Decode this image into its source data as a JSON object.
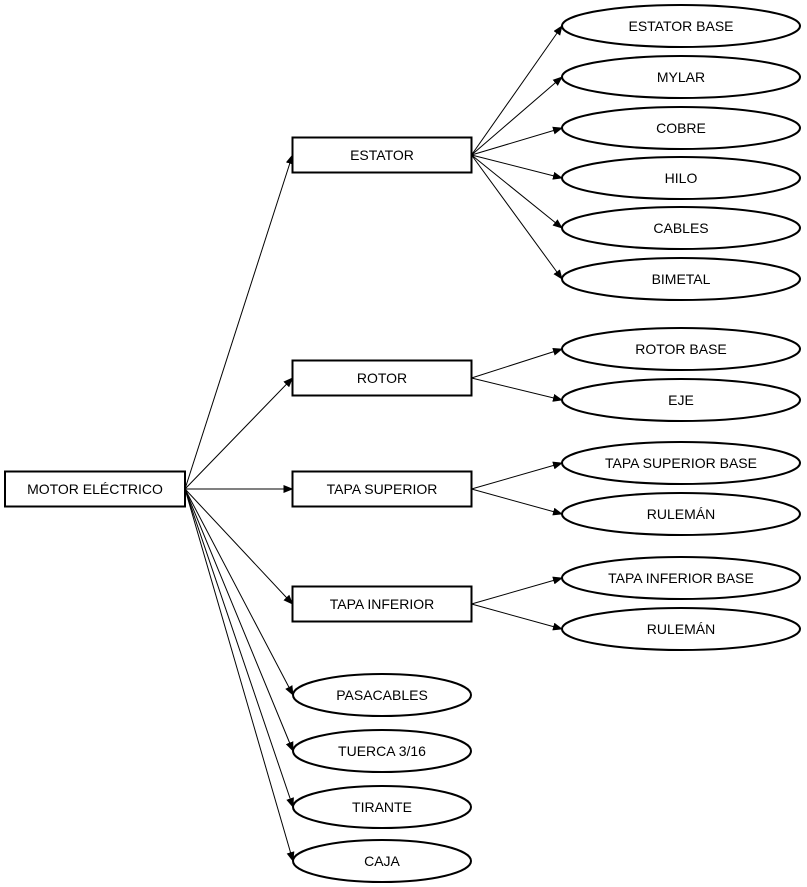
{
  "root": "MOTOR ELÉCTRICO",
  "components": [
    {
      "label": "ESTATOR",
      "parts": [
        "ESTATOR BASE",
        "MYLAR",
        "COBRE",
        "HILO",
        "CABLES",
        "BIMETAL"
      ]
    },
    {
      "label": "ROTOR",
      "parts": [
        "ROTOR BASE",
        "EJE"
      ]
    },
    {
      "label": "TAPA SUPERIOR",
      "parts": [
        "TAPA SUPERIOR BASE",
        "RULEMÁN"
      ]
    },
    {
      "label": "TAPA INFERIOR",
      "parts": [
        "TAPA INFERIOR BASE",
        "RULEMÁN"
      ]
    }
  ],
  "direct_parts": [
    "PASACABLES",
    "TUERCA 3/16",
    "TIRANTE",
    "CAJA"
  ]
}
